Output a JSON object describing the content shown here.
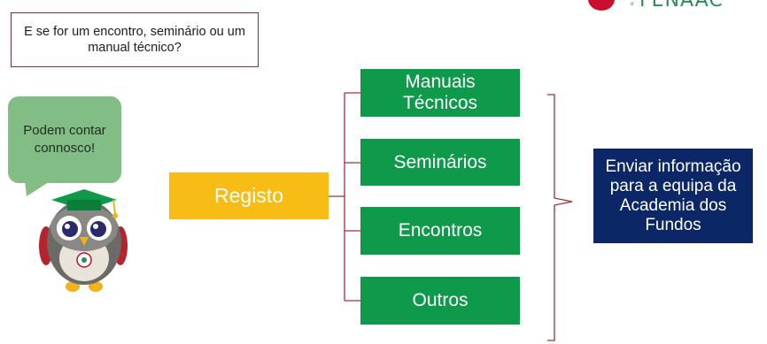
{
  "logo": {
    "text": "FENAAC",
    "sub": "o"
  },
  "question": "E se for um encontro, seminário ou um manual técnico?",
  "bubble": "Podem contar connosco!",
  "registo": "Registo",
  "categories": [
    "Manuais Técnicos",
    "Seminários",
    "Encontros",
    "Outros"
  ],
  "action": "Enviar informação para a equipa da Academia dos Fundos",
  "colors": {
    "green": "#0e9a4a",
    "yellow": "#f7bc16",
    "navy": "#0c2766",
    "connector": "#a0303f",
    "bubble": "#83bd86"
  }
}
